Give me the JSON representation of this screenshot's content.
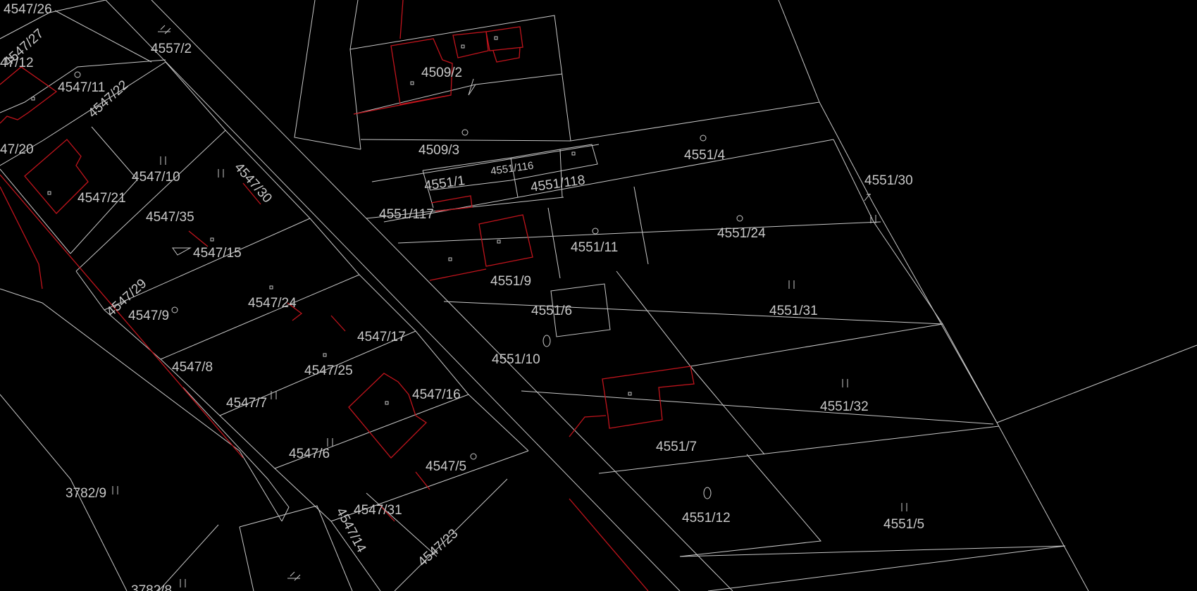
{
  "map": {
    "parcels": [
      {
        "id": "p-4547-26",
        "label": "4547/26"
      },
      {
        "id": "p-4547-27",
        "label": "4547/27"
      },
      {
        "id": "p-4547-12",
        "label": "47/12"
      },
      {
        "id": "p-4557-2",
        "label": "4557/2"
      },
      {
        "id": "p-4547-11",
        "label": "4547/11"
      },
      {
        "id": "p-4547-22",
        "label": "4547/22"
      },
      {
        "id": "p-4547-20",
        "label": "47/20"
      },
      {
        "id": "p-4547-10",
        "label": "4547/10"
      },
      {
        "id": "p-4547-21",
        "label": "4547/21"
      },
      {
        "id": "p-4547-30",
        "label": "4547/30"
      },
      {
        "id": "p-4547-35",
        "label": "4547/35"
      },
      {
        "id": "p-4547-15",
        "label": "4547/15"
      },
      {
        "id": "p-4547-29",
        "label": "4547/29"
      },
      {
        "id": "p-4547-9",
        "label": "4547/9"
      },
      {
        "id": "p-4547-24",
        "label": "4547/24"
      },
      {
        "id": "p-4547-17",
        "label": "4547/17"
      },
      {
        "id": "p-4547-8",
        "label": "4547/8"
      },
      {
        "id": "p-4547-25",
        "label": "4547/25"
      },
      {
        "id": "p-4547-16",
        "label": "4547/16"
      },
      {
        "id": "p-4547-7",
        "label": "4547/7"
      },
      {
        "id": "p-4547-6",
        "label": "4547/6"
      },
      {
        "id": "p-4547-5",
        "label": "4547/5"
      },
      {
        "id": "p-3782-9",
        "label": "3782/9"
      },
      {
        "id": "p-4547-31",
        "label": "4547/31"
      },
      {
        "id": "p-4547-14",
        "label": "4547/14"
      },
      {
        "id": "p-4547-23",
        "label": "4547/23"
      },
      {
        "id": "p-3782-8",
        "label": "3782/8"
      },
      {
        "id": "p-4509-2",
        "label": "4509/2"
      },
      {
        "id": "p-4509-3",
        "label": "4509/3"
      },
      {
        "id": "p-4551-116",
        "label": "4551/116"
      },
      {
        "id": "p-4551-1",
        "label": "4551/1"
      },
      {
        "id": "p-4551-118",
        "label": "4551/118"
      },
      {
        "id": "p-4551-117",
        "label": "4551/117"
      },
      {
        "id": "p-4551-4",
        "label": "4551/4"
      },
      {
        "id": "p-4551-30",
        "label": "4551/30"
      },
      {
        "id": "p-4551-24",
        "label": "4551/24"
      },
      {
        "id": "p-4551-11",
        "label": "4551/11"
      },
      {
        "id": "p-4551-9",
        "label": "4551/9"
      },
      {
        "id": "p-4551-31",
        "label": "4551/31"
      },
      {
        "id": "p-4551-6",
        "label": "4551/6"
      },
      {
        "id": "p-4551-10",
        "label": "4551/10"
      },
      {
        "id": "p-4551-32",
        "label": "4551/32"
      },
      {
        "id": "p-4551-7",
        "label": "4551/7"
      },
      {
        "id": "p-4551-12",
        "label": "4551/12"
      },
      {
        "id": "p-4551-5",
        "label": "4551/5"
      }
    ],
    "colors": {
      "background": "#000000",
      "boundary": "#c8c8c8",
      "building": "#c0141c"
    }
  }
}
